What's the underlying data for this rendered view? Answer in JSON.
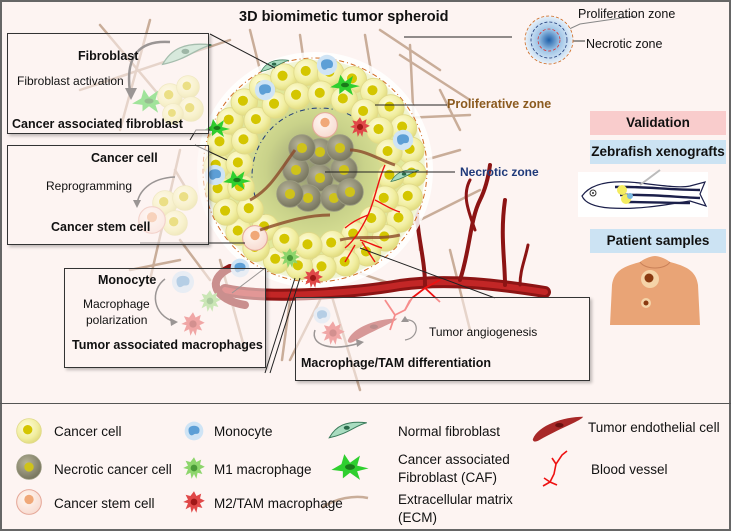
{
  "title": "3D biomimetic tumor spheroid",
  "zone_key": {
    "proliferation": "Proliferation zone",
    "necrotic": "Necrotic zone"
  },
  "spheroid_labels": {
    "proliferative": "Proliferative zone",
    "necrotic": "Necrotic zone"
  },
  "colors": {
    "background": "#fdf4f2",
    "proliferative_label": "#8b5a1e",
    "necrotic_label": "#1f3a7a",
    "validation_band": "#f9cccc",
    "sample_band": "#cce3f3",
    "cancer_cell": "#f1eea0",
    "nucleus": "#d4c600",
    "necrotic_cell": "#8a8a70",
    "caf": "#33cc33",
    "monocyte": "#7ab8e0",
    "m1": "#77cc55",
    "m2": "#dd4444",
    "endothelial": "#a82828",
    "vessel": "#ee1111",
    "ecm": "#c7ab98"
  },
  "panels": {
    "fibroblast": {
      "top": "Fibroblast",
      "process": "Fibroblast activation",
      "bottom": "Cancer associated fibroblast"
    },
    "stem": {
      "top": "Cancer cell",
      "process": "Reprogramming",
      "bottom": "Cancer stem cell"
    },
    "macrophage": {
      "top": "Monocyte",
      "process_line1": "Macrophage",
      "process_line2": "polarization",
      "bottom": "Tumor associated macrophages"
    },
    "angiogenesis": {
      "process": "Tumor angiogenesis",
      "bottom": "Macrophage/TAM differentiation"
    }
  },
  "validation": {
    "header": "Validation",
    "items": [
      {
        "label": "Zebrafish xenografts",
        "image": "zebrafish-illustration"
      },
      {
        "label": "Patient samples",
        "image": "human-torso-illustration"
      }
    ]
  },
  "legend": [
    {
      "icon": "cancer-cell",
      "label": "Cancer cell"
    },
    {
      "icon": "necrotic-cancer-cell",
      "label": "Necrotic cancer cell"
    },
    {
      "icon": "cancer-stem-cell",
      "label": "Cancer stem cell"
    },
    {
      "icon": "monocyte",
      "label": "Monocyte"
    },
    {
      "icon": "m1-macrophage",
      "label": "M1 macrophage"
    },
    {
      "icon": "m2-macrophage",
      "label": "M2/TAM macrophage"
    },
    {
      "icon": "normal-fibroblast",
      "label": "Normal fibroblast"
    },
    {
      "icon": "caf",
      "label_line1": "Cancer associated",
      "label_line2": "Fibroblast (CAF)"
    },
    {
      "icon": "ecm",
      "label_line1": "Extracellular matrix",
      "label_line2": "(ECM)"
    },
    {
      "icon": "tumor-endothelial-cell",
      "label": "Tumor endothelial cell"
    },
    {
      "icon": "blood-vessel",
      "label": "Blood vessel"
    }
  ]
}
